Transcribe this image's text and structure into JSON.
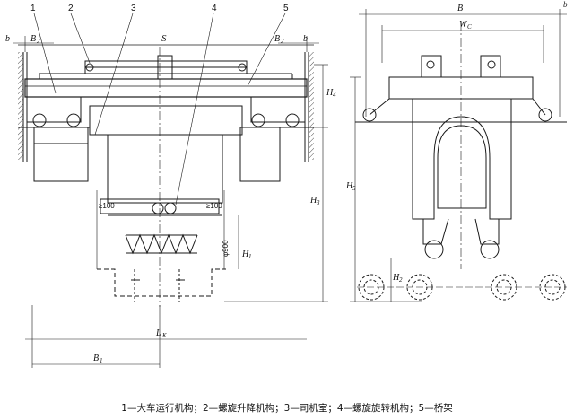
{
  "labels": {
    "callout_1": "1",
    "callout_2": "2",
    "callout_3": "3",
    "callout_4": "4",
    "callout_5": "5",
    "b_left": "b",
    "b_right_front": "b",
    "b_right_side": "b",
    "b2_left": "B",
    "b2_left_sub": "2",
    "b2_right": "B",
    "b2_right_sub": "2",
    "span_s": "S",
    "width_b": "B",
    "wc": "W",
    "wc_sub": "C",
    "h1": "H",
    "h1_sub": "1",
    "h2": "H",
    "h2_sub": "2",
    "h3": "H",
    "h3_sub": "3",
    "h4": "H",
    "h4_sub": "4",
    "h5": "H",
    "h5_sub": "5",
    "lk": "L",
    "lk_sub": "K",
    "b1": "B",
    "b1_sub": "1",
    "clear_left": "≥100",
    "clear_right": "≥100",
    "dia_900": "φ900"
  },
  "caption": "1—大车运行机构；2—螺旋升降机构；3—司机室；4—螺旋旋转机构；5—桥架"
}
